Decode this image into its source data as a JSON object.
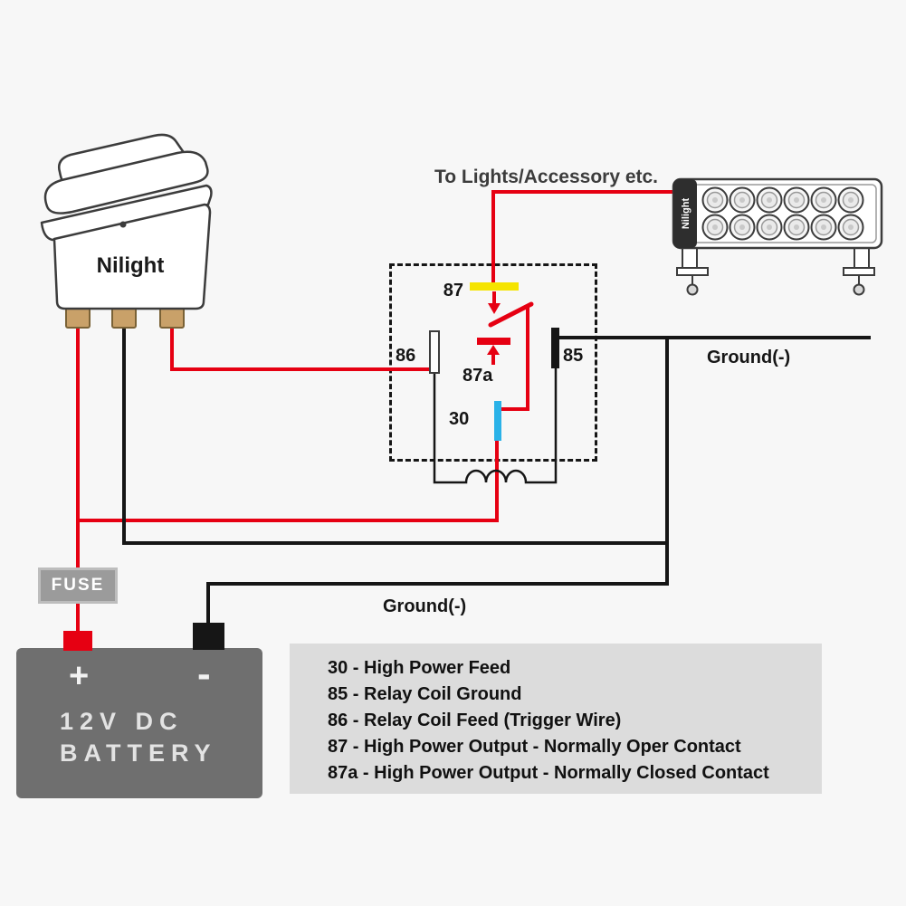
{
  "colors": {
    "bg": "#f7f7f7",
    "wire-red": "#e60012",
    "wire-black": "#161616",
    "bar-yellow": "#f5e400",
    "bar-cyan": "#2ab2e8",
    "terminal-tan": "#c9a169",
    "fuse-gray": "#9b9b9b",
    "battery-gray": "#6f6f6f",
    "legend-gray": "#dcdcdc",
    "text-dark": "#3c3c3c"
  },
  "switch": {
    "brand": "Nilight"
  },
  "lightbar": {
    "brand": "Nilight"
  },
  "labels": {
    "to_lights": "To Lights/Accessory etc.",
    "ground_right": "Ground(-)",
    "ground_bottom": "Ground(-)"
  },
  "relay": {
    "pin_87": "87",
    "pin_86": "86",
    "pin_85": "85",
    "pin_87a": "87a",
    "pin_30": "30"
  },
  "fuse": {
    "label": "FUSE"
  },
  "battery": {
    "positive": "+",
    "negative": "-",
    "line1": "12V DC",
    "line2": "BATTERY"
  },
  "legend": {
    "items": [
      "30 -  High Power Feed",
      "85 -  Relay Coil Ground",
      "86 -  Relay Coil Feed (Trigger Wire)",
      "87 -  High Power Output - Normally Oper Contact",
      "87a - High Power Output - Normally Closed Contact"
    ]
  }
}
